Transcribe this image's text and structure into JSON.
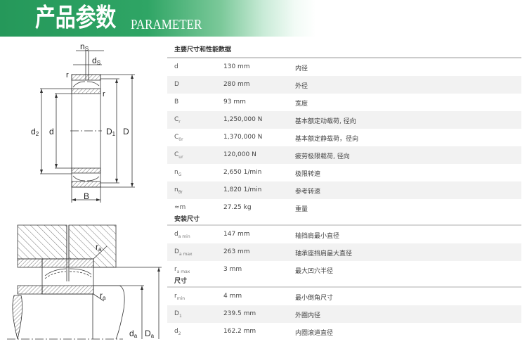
{
  "header": {
    "title_cn": "产品参数",
    "title_en": "PARAMETER"
  },
  "table": {
    "section_title": "主要尺寸和性能数据",
    "rows": [
      {
        "sym": "d",
        "sub": "",
        "value": "130 mm",
        "desc": "内径"
      },
      {
        "sym": "D",
        "sub": "",
        "value": "280 mm",
        "desc": "外径"
      },
      {
        "sym": "B",
        "sub": "",
        "value": "93 mm",
        "desc": "宽度"
      },
      {
        "sym": "C",
        "sub": "r",
        "value": "1,250,000 N",
        "desc": "基本额定动载荷, 径向"
      },
      {
        "sym": "C",
        "sub": "0r",
        "value": "1,370,000 N",
        "desc": "基本额定静载荷，径向"
      },
      {
        "sym": "C",
        "sub": "ur",
        "value": "120,000 N",
        "desc": "疲劳极限载荷, 径向"
      },
      {
        "sym": "n",
        "sub": "G",
        "value": "2,650 1/min",
        "desc": "极限转速"
      },
      {
        "sym": "n",
        "sub": "θr",
        "value": "1,820 1/min",
        "desc": "参考转速"
      },
      {
        "sym": "≈m",
        "sub": "",
        "value": "27.25 kg",
        "desc": "重量",
        "section": "安装尺寸"
      },
      {
        "sym": "d",
        "sub": "a min",
        "value": "147 mm",
        "desc": "轴挡肩最小直径"
      },
      {
        "sym": "D",
        "sub": "a max",
        "value": "263 mm",
        "desc": "轴承座挡肩最大直径"
      },
      {
        "sym": "r",
        "sub": "a max",
        "value": "3 mm",
        "desc": "最大凹穴半径",
        "section": "尺寸"
      },
      {
        "sym": "r",
        "sub": "min",
        "value": "4 mm",
        "desc": "最小倒角尺寸"
      },
      {
        "sym": "D",
        "sub": "1",
        "value": "239.5 mm",
        "desc": "外圈内径"
      },
      {
        "sym": "d",
        "sub": "2",
        "value": "162.2 mm",
        "desc": "内圈滚道直径"
      }
    ]
  },
  "diagram_top": {
    "labels": {
      "ns": "n",
      "ns_sub": "S",
      "ds": "d",
      "ds_sub": "S",
      "r": "r",
      "d2": "d",
      "d2_sub": "2",
      "d": "d",
      "D1": "D",
      "D1_sub": "1",
      "D": "D",
      "B": "B"
    }
  },
  "diagram_bottom": {
    "labels": {
      "ra": "r",
      "ra_sub": "a",
      "da": "d",
      "da_sub": "a",
      "Da": "D",
      "Da_sub": "a"
    }
  }
}
